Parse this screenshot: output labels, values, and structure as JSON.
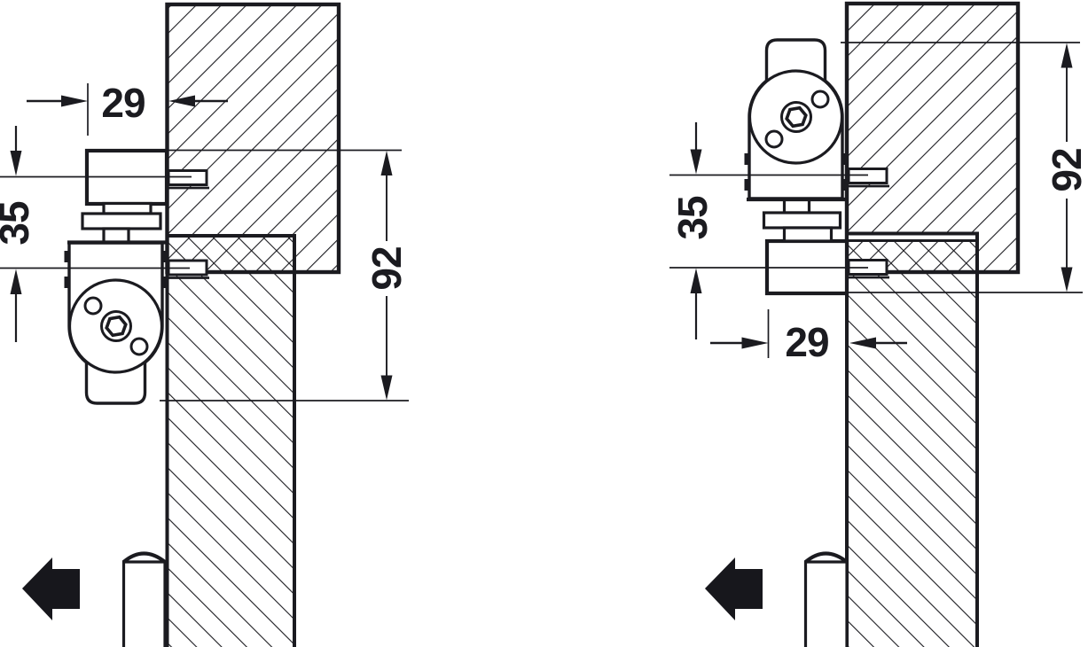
{
  "page": {
    "background": "#ffffff",
    "line_color": "#1b1b20",
    "description_units": "mm"
  },
  "views": [
    {
      "id": "left",
      "dims": {
        "d29": "29",
        "d35": "35",
        "d92": "92"
      }
    },
    {
      "id": "right",
      "dims": {
        "d29": "29",
        "d35": "35",
        "d92": "92"
      }
    }
  ]
}
